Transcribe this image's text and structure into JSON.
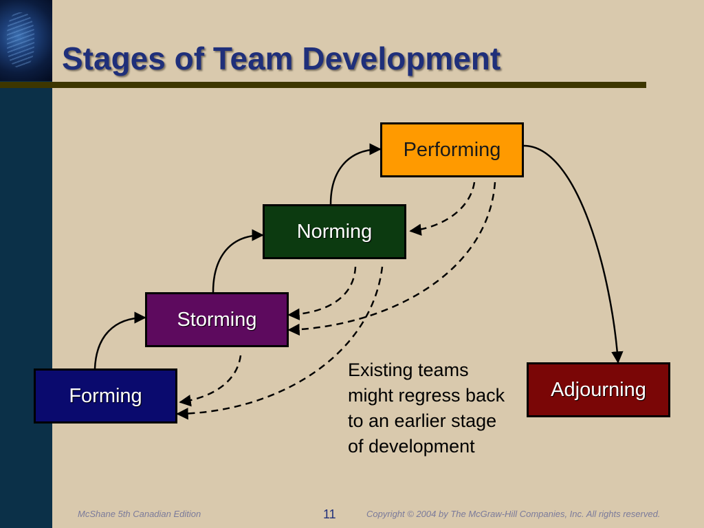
{
  "slide": {
    "title": "Stages of Team Development"
  },
  "stages": {
    "performing": "Performing",
    "norming": "Norming",
    "storming": "Storming",
    "forming": "Forming",
    "adjourning": "Adjourning"
  },
  "note": "Existing teams might regress back to an earlier stage of development",
  "footer": {
    "edition": "McShane 5th Canadian Edition",
    "page": "11",
    "copyright": "Copyright © 2004  by The McGraw-Hill Companies, Inc.  All rights reserved."
  },
  "colors": {
    "background": "#d9c9ad",
    "sidebar": "#0b3048",
    "title": "#1f2f7a",
    "performing": "#ff9a00",
    "norming": "#0c3a10",
    "storming": "#5d0a5e",
    "forming": "#0a0a6e",
    "adjourning": "#7a0606"
  }
}
